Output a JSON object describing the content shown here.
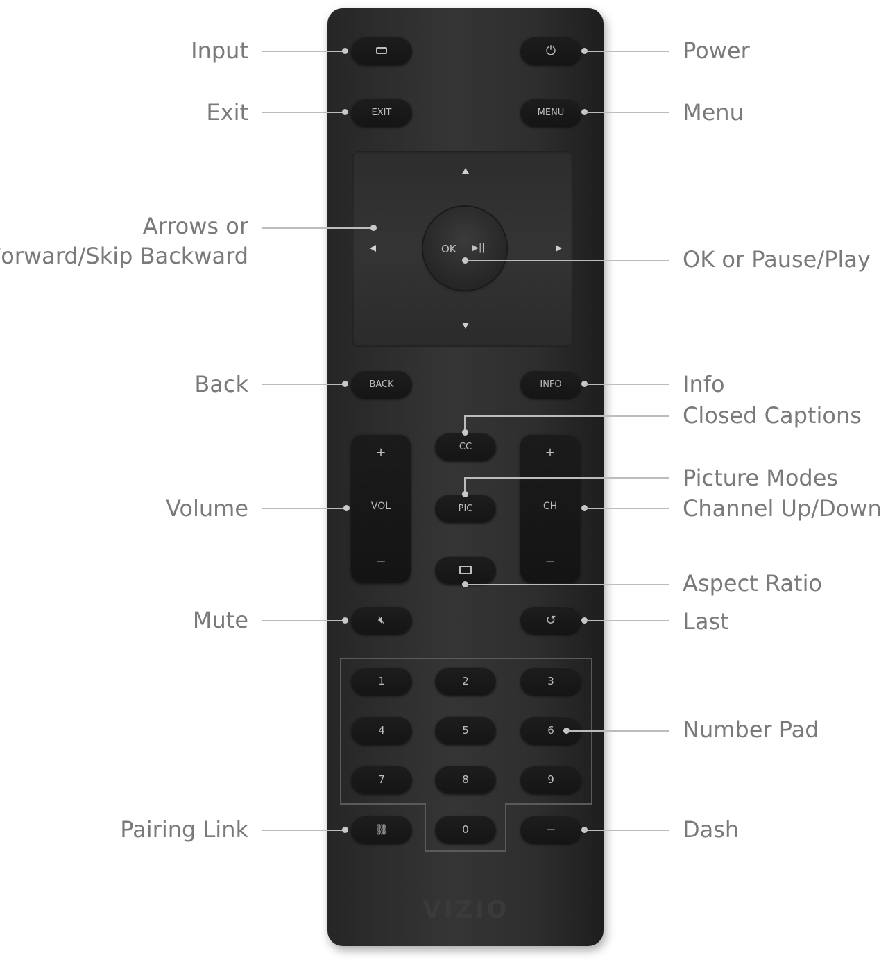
{
  "labels": {
    "input": "Input",
    "power": "Power",
    "exit": "Exit",
    "menu": "Menu",
    "arrows_line1": "Arrows or",
    "arrows_line2": "Forward/Skip Backward",
    "ok_pause_play": "OK or Pause/Play",
    "back": "Back",
    "info": "Info",
    "closed_captions": "Closed Captions",
    "picture_modes": "Picture Modes",
    "volume": "Volume",
    "channel": "Channel Up/Down",
    "aspect_ratio": "Aspect Ratio",
    "mute": "Mute",
    "last": "Last",
    "number_pad": "Number Pad",
    "pairing_link": "Pairing Link",
    "dash": "Dash"
  },
  "buttons": {
    "exit": "EXIT",
    "menu": "MENU",
    "back": "BACK",
    "info": "INFO",
    "cc": "CC",
    "pic": "PIC",
    "ok": "OK",
    "play_pause_glyph": "▶||",
    "vol": "VOL",
    "ch": "CH",
    "plus": "+",
    "minus": "−",
    "dash": "−",
    "digits": [
      "1",
      "2",
      "3",
      "4",
      "5",
      "6",
      "7",
      "8",
      "9",
      "0"
    ]
  },
  "brand": "VIZIO",
  "colors": {
    "remote_body": "#2e2e2e",
    "button": "#171717",
    "label_text": "#7a7a7a",
    "callout_line": "#bcbcbc"
  }
}
